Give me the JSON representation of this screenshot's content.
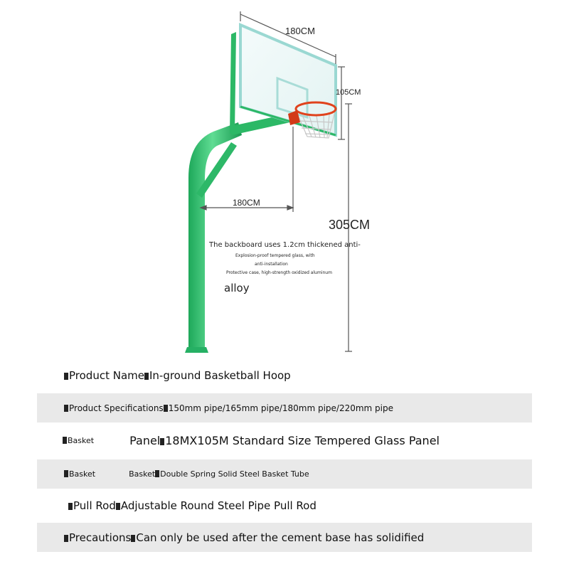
{
  "dimensions": {
    "width": "180CM",
    "height_board": "105CM",
    "reach": "180CM",
    "rim_height": "305CM"
  },
  "notes": {
    "line1": "The backboard uses 1.2cm thickened anti-",
    "line2": "Explosion-proof tempered glass, with",
    "line3": "anti-installation",
    "line4": "Protective case, high-strength oxidized aluminum",
    "line5": "alloy"
  },
  "specs": {
    "name_label": "Product Name",
    "name_value": "In-ground Basketball Hoop",
    "spec_label": "Product Specifications",
    "spec_value": "150mm pipe/165mm pipe/180mm pipe/220mm pipe",
    "panel_label": "Basket",
    "panel_word": "Panel",
    "panel_value": "18MX105M Standard Size Tempered Glass Panel",
    "basket_label": "Basket",
    "basket_word": "Basket",
    "basket_value": "Double Spring Solid Steel Basket Tube",
    "rod_label": "Pull Rod",
    "rod_value": "Adjustable Round Steel Pipe Pull Rod",
    "caution_label": "Precautions",
    "caution_value": "Can only be used after the cement base has solidified"
  },
  "colors": {
    "pole": "#2fbf6e",
    "glass_edge": "#8fd9d0",
    "rim": "#e0431d",
    "dimension_line": "#555555"
  }
}
